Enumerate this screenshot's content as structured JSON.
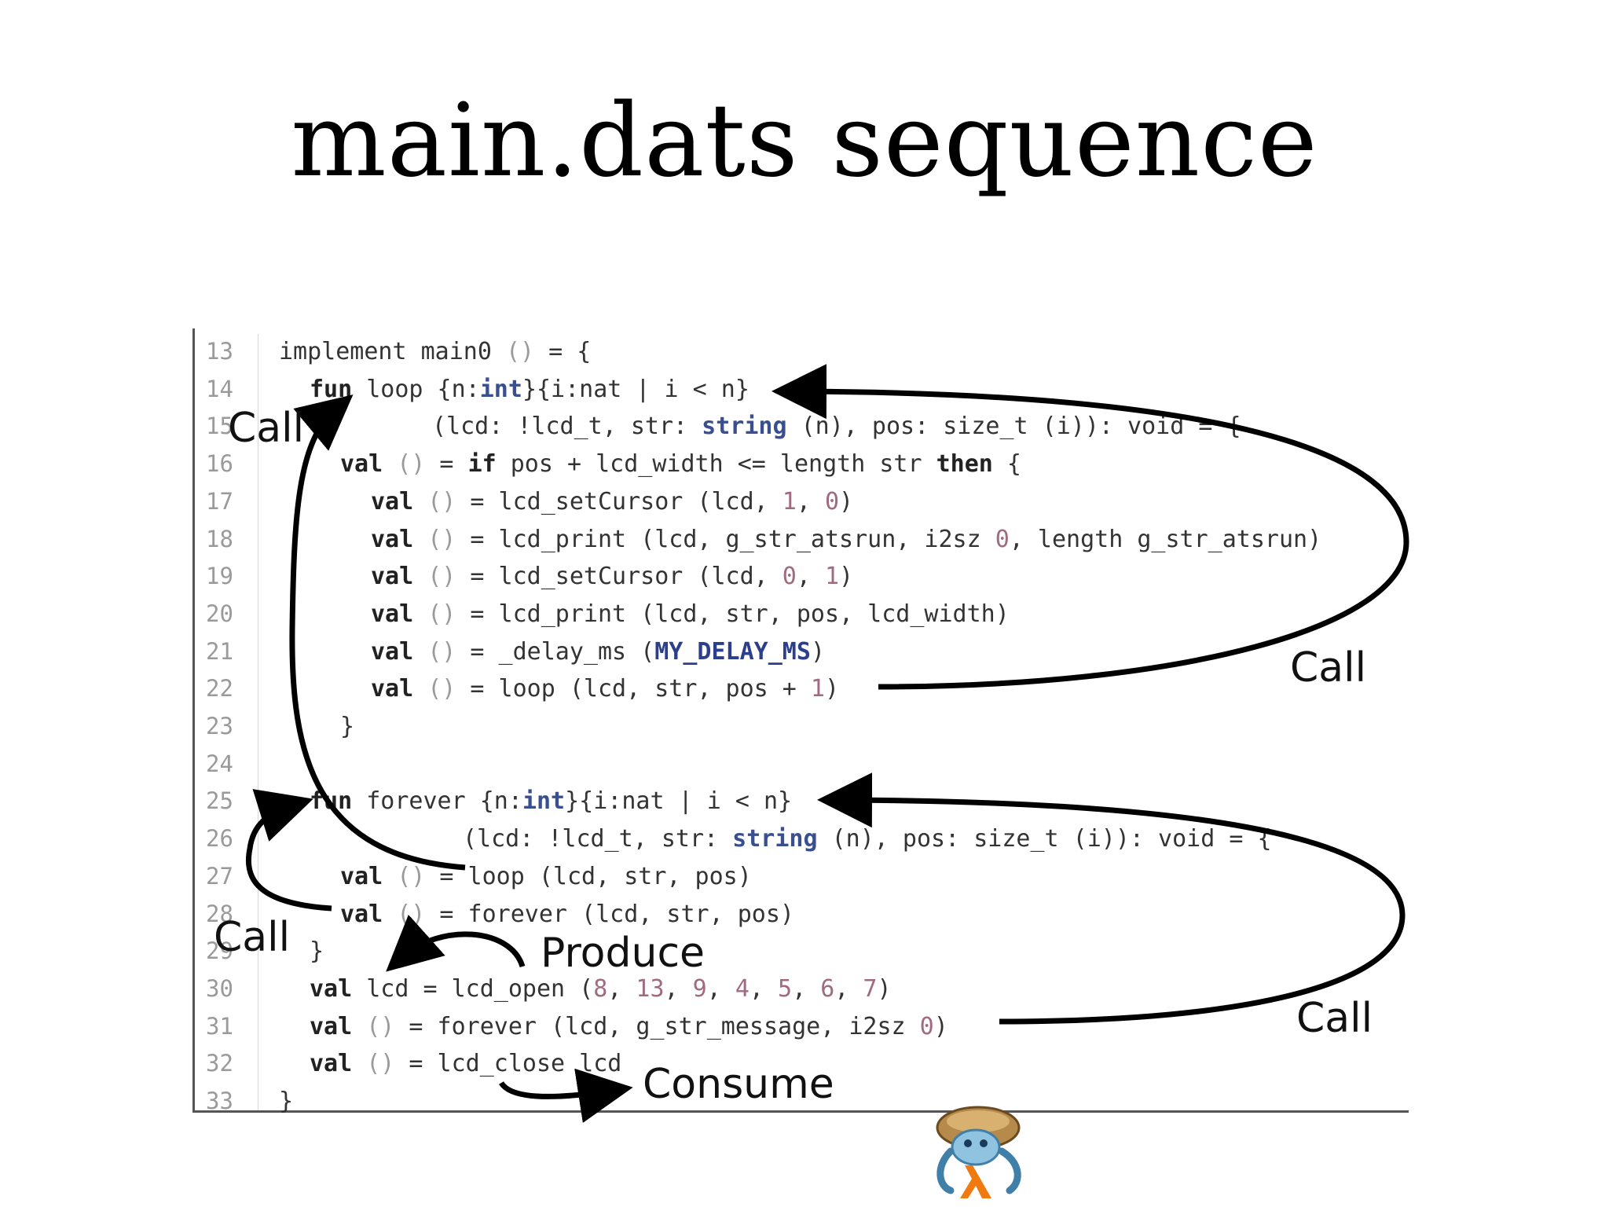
{
  "title": "main.dats sequence",
  "code": {
    "lines": [
      {
        "n": "13",
        "indent": 0,
        "parts": [
          [
            "t",
            "implement main0 "
          ],
          [
            "p",
            "()"
          ],
          [
            "t",
            " = {"
          ]
        ]
      },
      {
        "n": "14",
        "indent": 1,
        "parts": [
          [
            "k",
            "fun"
          ],
          [
            "t",
            " loop {n:"
          ],
          [
            "y",
            "int"
          ],
          [
            "t",
            "}{i:nat | i < n}"
          ]
        ]
      },
      {
        "n": "15",
        "indent": 5,
        "parts": [
          [
            "t",
            "(lcd: !lcd_t, str: "
          ],
          [
            "y",
            "string"
          ],
          [
            "t",
            " (n), pos: size_t (i)): void = {"
          ]
        ]
      },
      {
        "n": "16",
        "indent": 2,
        "parts": [
          [
            "k",
            "val"
          ],
          [
            "t",
            " "
          ],
          [
            "p",
            "()"
          ],
          [
            "t",
            " = "
          ],
          [
            "k",
            "if"
          ],
          [
            "t",
            " pos + lcd_width <= length str "
          ],
          [
            "k",
            "then"
          ],
          [
            "t",
            " {"
          ]
        ]
      },
      {
        "n": "17",
        "indent": 3,
        "parts": [
          [
            "k",
            "val"
          ],
          [
            "t",
            " "
          ],
          [
            "p",
            "()"
          ],
          [
            "t",
            " = lcd_setCursor (lcd, "
          ],
          [
            "n",
            "1"
          ],
          [
            "t",
            ", "
          ],
          [
            "n",
            "0"
          ],
          [
            "t",
            ")"
          ]
        ]
      },
      {
        "n": "18",
        "indent": 3,
        "parts": [
          [
            "k",
            "val"
          ],
          [
            "t",
            " "
          ],
          [
            "p",
            "()"
          ],
          [
            "t",
            " = lcd_print (lcd, g_str_atsrun, i2sz "
          ],
          [
            "n",
            "0"
          ],
          [
            "t",
            ", length g_str_atsrun)"
          ]
        ]
      },
      {
        "n": "19",
        "indent": 3,
        "parts": [
          [
            "k",
            "val"
          ],
          [
            "t",
            " "
          ],
          [
            "p",
            "()"
          ],
          [
            "t",
            " = lcd_setCursor (lcd, "
          ],
          [
            "n",
            "0"
          ],
          [
            "t",
            ", "
          ],
          [
            "n",
            "1"
          ],
          [
            "t",
            ")"
          ]
        ]
      },
      {
        "n": "20",
        "indent": 3,
        "parts": [
          [
            "k",
            "val"
          ],
          [
            "t",
            " "
          ],
          [
            "p",
            "()"
          ],
          [
            "t",
            " = lcd_print (lcd, str, pos, lcd_width)"
          ]
        ]
      },
      {
        "n": "21",
        "indent": 3,
        "parts": [
          [
            "k",
            "val"
          ],
          [
            "t",
            " "
          ],
          [
            "p",
            "()"
          ],
          [
            "t",
            " = _delay_ms ("
          ],
          [
            "c",
            "MY_DELAY_MS"
          ],
          [
            "t",
            ")"
          ]
        ]
      },
      {
        "n": "22",
        "indent": 3,
        "parts": [
          [
            "k",
            "val"
          ],
          [
            "t",
            " "
          ],
          [
            "p",
            "()"
          ],
          [
            "t",
            " = loop (lcd, str, pos + "
          ],
          [
            "n",
            "1"
          ],
          [
            "t",
            ")"
          ]
        ]
      },
      {
        "n": "23",
        "indent": 2,
        "parts": [
          [
            "t",
            "}"
          ]
        ]
      },
      {
        "n": "24",
        "indent": 0,
        "parts": []
      },
      {
        "n": "25",
        "indent": 1,
        "parts": [
          [
            "k",
            "fun"
          ],
          [
            "t",
            " forever {n:"
          ],
          [
            "y",
            "int"
          ],
          [
            "t",
            "}{i:nat | i < n}"
          ]
        ]
      },
      {
        "n": "26",
        "indent": 6,
        "parts": [
          [
            "t",
            "(lcd: !lcd_t, str: "
          ],
          [
            "y",
            "string"
          ],
          [
            "t",
            " (n), pos: size_t (i)): void = {"
          ]
        ]
      },
      {
        "n": "27",
        "indent": 2,
        "parts": [
          [
            "k",
            "val"
          ],
          [
            "t",
            " "
          ],
          [
            "p",
            "()"
          ],
          [
            "t",
            " = loop (lcd, str, pos)"
          ]
        ]
      },
      {
        "n": "28",
        "indent": 2,
        "parts": [
          [
            "k",
            "val"
          ],
          [
            "t",
            " "
          ],
          [
            "p",
            "()"
          ],
          [
            "t",
            " = forever (lcd, str, pos)"
          ]
        ]
      },
      {
        "n": "29",
        "indent": 1,
        "parts": [
          [
            "t",
            "}"
          ]
        ]
      },
      {
        "n": "30",
        "indent": 1,
        "parts": [
          [
            "k",
            "val"
          ],
          [
            "t",
            " lcd = lcd_open ("
          ],
          [
            "n",
            "8"
          ],
          [
            "t",
            ", "
          ],
          [
            "n",
            "13"
          ],
          [
            "t",
            ", "
          ],
          [
            "n",
            "9"
          ],
          [
            "t",
            ", "
          ],
          [
            "n",
            "4"
          ],
          [
            "t",
            ", "
          ],
          [
            "n",
            "5"
          ],
          [
            "t",
            ", "
          ],
          [
            "n",
            "6"
          ],
          [
            "t",
            ", "
          ],
          [
            "n",
            "7"
          ],
          [
            "t",
            ")"
          ]
        ]
      },
      {
        "n": "31",
        "indent": 1,
        "parts": [
          [
            "k",
            "val"
          ],
          [
            "t",
            " "
          ],
          [
            "p",
            "()"
          ],
          [
            "t",
            " = forever (lcd, g_str_message, i2sz "
          ],
          [
            "n",
            "0"
          ],
          [
            "t",
            ")"
          ]
        ]
      },
      {
        "n": "32",
        "indent": 1,
        "parts": [
          [
            "k",
            "val"
          ],
          [
            "t",
            " "
          ],
          [
            "p",
            "()"
          ],
          [
            "t",
            " = lcd_close lcd"
          ]
        ]
      },
      {
        "n": "33",
        "indent": 0,
        "parts": [
          [
            "t",
            "}"
          ]
        ]
      }
    ]
  },
  "annotations": {
    "call_top_left": "Call",
    "call_right_upper": "Call",
    "call_bottom_left": "Call",
    "call_right_lower": "Call",
    "produce": "Produce",
    "consume": "Consume"
  },
  "colors": {
    "keyword": "#222222",
    "type": "#3a4f8f",
    "number": "#a06a80",
    "line_number": "#9a9a9a",
    "arrow": "#000000"
  },
  "icons": {
    "mascot": "ats-mascot-icon"
  }
}
